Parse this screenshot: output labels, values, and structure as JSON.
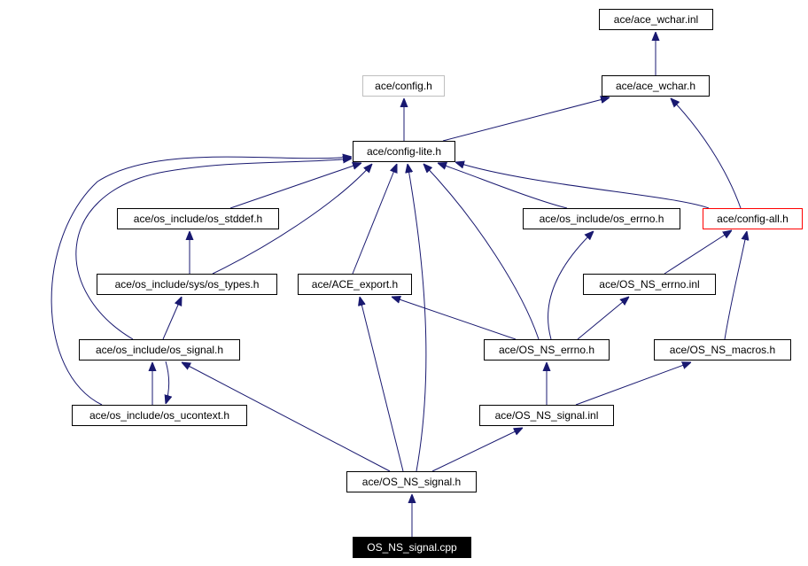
{
  "graph": {
    "nodes": {
      "ace_wchar_inl": "ace/ace_wchar.inl",
      "ace_wchar_h": "ace/ace_wchar.h",
      "config_h": "ace/config.h",
      "config_lite_h": "ace/config-lite.h",
      "os_stddef_h": "ace/os_include/os_stddef.h",
      "os_errno_h": "ace/os_include/os_errno.h",
      "config_all_h": "ace/config-all.h",
      "os_types_h": "ace/os_include/sys/os_types.h",
      "ace_export_h": "ace/ACE_export.h",
      "os_ns_errno_inl": "ace/OS_NS_errno.inl",
      "os_signal_h": "ace/os_include/os_signal.h",
      "os_ns_errno_h": "ace/OS_NS_errno.h",
      "os_ns_macros_h": "ace/OS_NS_macros.h",
      "os_ucontext_h": "ace/os_include/os_ucontext.h",
      "os_ns_signal_inl": "ace/OS_NS_signal.inl",
      "os_ns_signal_h": "ace/OS_NS_signal.h",
      "os_ns_signal_cpp": "OS_NS_signal.cpp"
    },
    "colors": {
      "edge": "#191970",
      "missing_border": "#bfbfbf",
      "truncated_border": "#ff0000",
      "root_fill": "#000000"
    }
  }
}
